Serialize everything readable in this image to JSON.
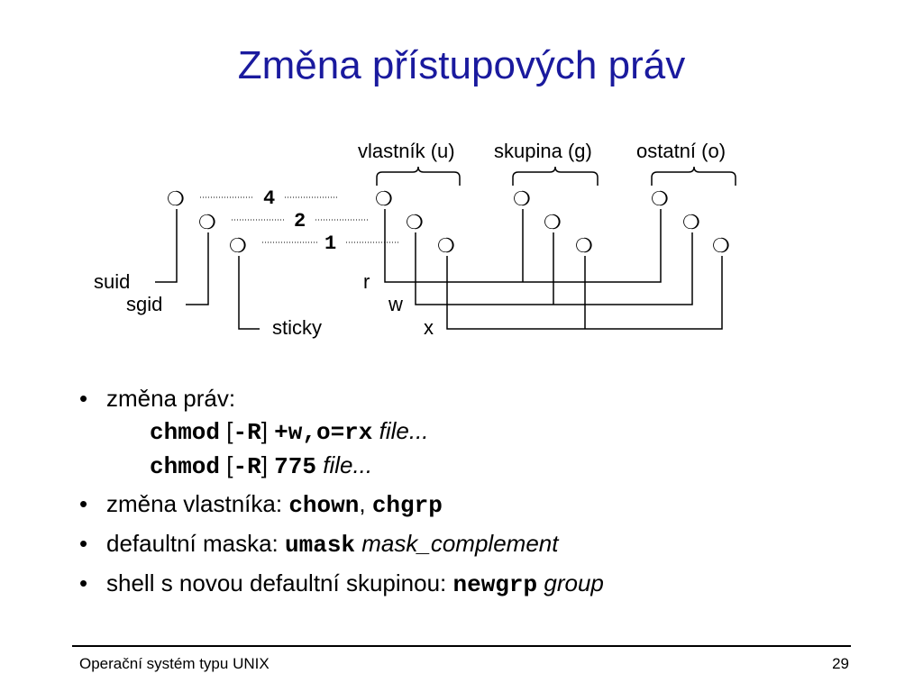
{
  "slide": {
    "title": "Změna přístupových práv"
  },
  "diagram": {
    "groups": [
      "vlastník (u)",
      "skupina (g)",
      "ostatní (o)"
    ],
    "special_values": [
      "4",
      "2",
      "1"
    ],
    "special_labels": [
      "suid",
      "sgid",
      "sticky"
    ],
    "perm_labels": [
      "r",
      "w",
      "x"
    ],
    "bit_glyph": "❍"
  },
  "bullets": [
    {
      "text": "změna práv:",
      "examples": [
        {
          "cmd": "chmod",
          "bracket_open": "[",
          "opt": "-R",
          "bracket_close": "]",
          "arg": "+w,o=rx",
          "file": "file..."
        },
        {
          "cmd": "chmod",
          "bracket_open": "[",
          "opt": "-R",
          "bracket_close": "]",
          "arg": "775",
          "file": "file..."
        }
      ]
    },
    {
      "text": "změna vlastníka:",
      "code1": "chown",
      "sep": ",",
      "code2": "chgrp"
    },
    {
      "text": "defaultní maska:",
      "code": "umask",
      "param": "mask_complement"
    },
    {
      "text": "shell s novou defaultní skupinou:",
      "code": "newgrp",
      "param": "group"
    }
  ],
  "footer": {
    "left": "Operační systém typu UNIX",
    "page": "29"
  }
}
